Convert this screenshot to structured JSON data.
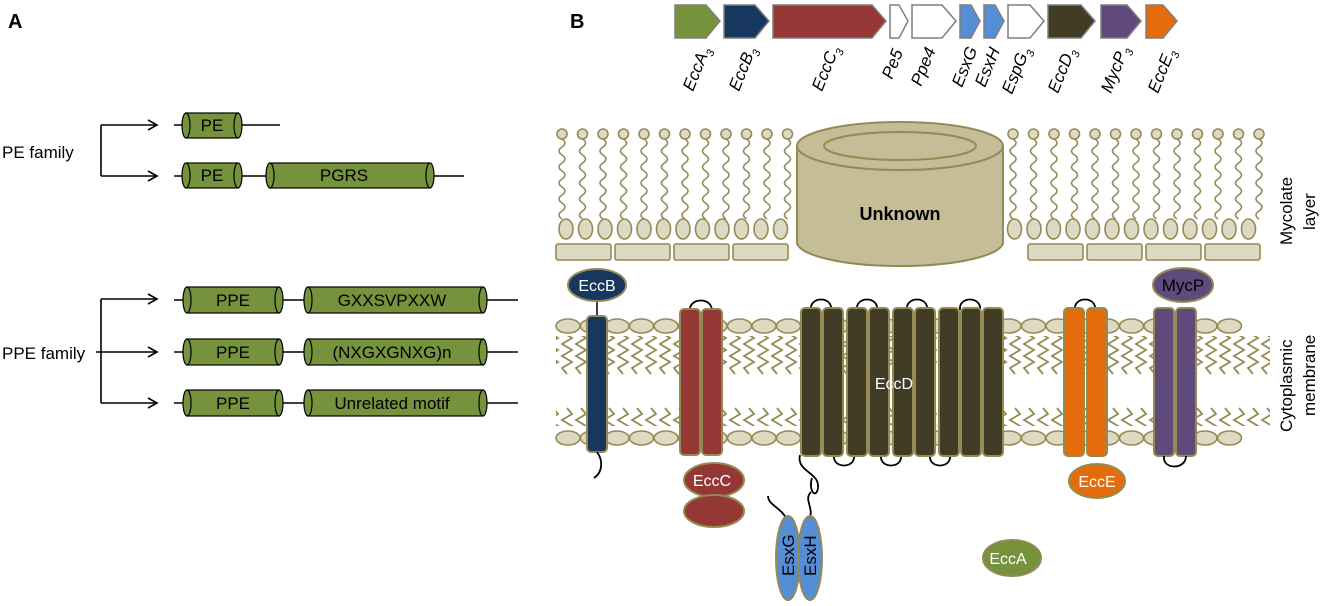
{
  "panel_a": {
    "letter": "A",
    "pe_family_label": "PE family",
    "ppe_family_label": "PPE family",
    "pe_rows": [
      {
        "domain": "PE",
        "motif": ""
      },
      {
        "domain": "PE",
        "motif": "PGRS"
      }
    ],
    "ppe_rows": [
      {
        "domain": "PPE",
        "motif": "GXXSVPXXW"
      },
      {
        "domain": "PPE",
        "motif": "(NXGXGNXG)n"
      },
      {
        "domain": "PPE",
        "motif": "Unrelated motif"
      }
    ]
  },
  "panel_b": {
    "letter": "B",
    "genes": [
      {
        "name": "EccA",
        "sub": "3",
        "color": "#76923c"
      },
      {
        "name": "EccB",
        "sub": "3",
        "color": "#17375e"
      },
      {
        "name": "EccC",
        "sub": "3",
        "color": "#953735"
      },
      {
        "name": "Pe5",
        "sub": "",
        "color": "#ffffff"
      },
      {
        "name": "Ppe4",
        "sub": "",
        "color": "#ffffff"
      },
      {
        "name": "EsxG",
        "sub": "",
        "color": "#558ed5"
      },
      {
        "name": "EsxH",
        "sub": "",
        "color": "#558ed5"
      },
      {
        "name": "EspG",
        "sub": "3",
        "color": "#ffffff"
      },
      {
        "name": "EccD",
        "sub": "3",
        "color": "#403c26"
      },
      {
        "name": "MycP",
        "sub": "3",
        "color": "#604a7b"
      },
      {
        "name": "EccE",
        "sub": "3",
        "color": "#e46c0a"
      }
    ],
    "mycolate_layer_label": "Mycolate layer",
    "mycolate_lines": [
      "Mycolate",
      "layer"
    ],
    "cytoplasmic_lines": [
      "Cytoplasmic",
      "membrane"
    ],
    "proteins": {
      "unknown": "Unknown",
      "eccb": "EccB",
      "eccc": "EccC",
      "eccd": "EccD",
      "ecce": "EccE",
      "mycp": "MycP",
      "esxg": "EsxG",
      "esxh": "EsxH",
      "ecca": "EccA"
    }
  },
  "colors": {
    "green": "#76923c",
    "navy": "#17375e",
    "red": "#953735",
    "blue": "#558ed5",
    "dark_olive": "#403c26",
    "purple": "#604a7b",
    "orange": "#e46c0a",
    "lipid_fill": "#ddd9c3",
    "lipid_stroke": "#948a54",
    "unknown_fill": "#c4bd97"
  }
}
